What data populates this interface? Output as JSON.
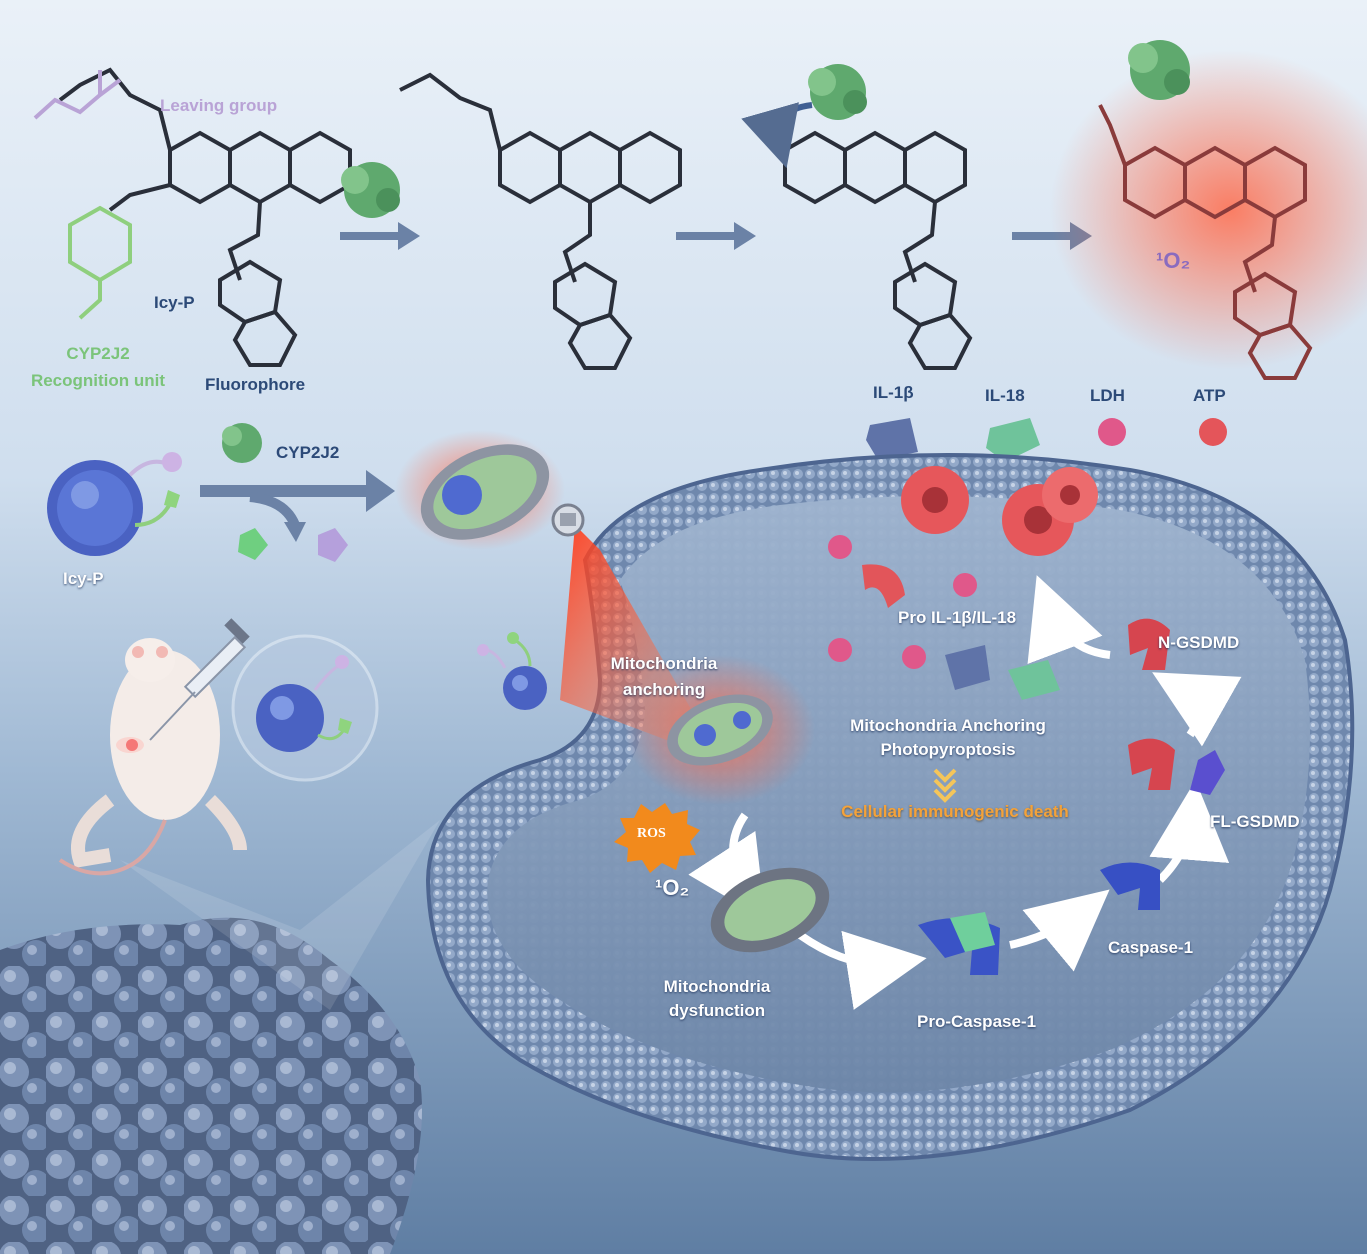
{
  "labels": {
    "leaving_group": "Leaving group",
    "icy_p_structure": "Icy-P",
    "cyp2j2_unit_line1": "CYP2J2",
    "cyp2j2_unit_line2": "Recognition unit",
    "fluorophore": "Fluorophore",
    "il1b": "IL-1β",
    "il18": "IL-18",
    "ldh": "LDH",
    "atp": "ATP",
    "cyp2j2": "CYP2J2",
    "icy_p_probe": "Icy-P",
    "singlet_oxygen": "¹O₂",
    "mito_anchoring_line1": "Mitochondria",
    "mito_anchoring_line2": "anchoring",
    "pro_il": "Pro IL-1β/IL-18",
    "n_gsdmd": "N-GSDMD",
    "map_line1": "Mitochondria Anchoring",
    "map_line2": "Photopyroptosis",
    "cellular_death": "Cellular immunogenic death",
    "ros": "ROS",
    "fl_gsdmd": "FL-GSDMD",
    "mito_dysfunction_line1": "Mitochondria",
    "mito_dysfunction_line2": "dysfunction",
    "caspase1": "Caspase-1",
    "pro_caspase1": "Pro-Caspase-1"
  },
  "colors": {
    "accent_green": "#7bc47a",
    "leaving_purple": "#b9a3d6",
    "text_blue": "#2c4a78",
    "death_orange": "#f4a23a",
    "red_glow": "#f05a3c"
  }
}
